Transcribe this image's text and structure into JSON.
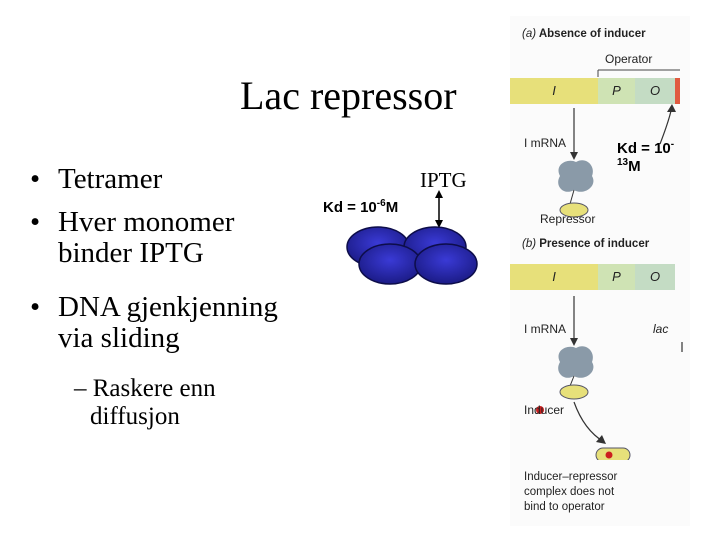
{
  "slide": {
    "title": "Lac repressor",
    "bullets": [
      "Tetramer",
      "Hver monomer binder IPTG",
      "DNA gjenkjenning via sliding"
    ],
    "bullet_lines": {
      "b2_line1": "Hver monomer",
      "b2_line2": "binder IPTG",
      "b3_line1": "DNA gjenkjenning",
      "b3_line2": "via sliding"
    },
    "sub_bullet": {
      "line1": "– Raskere enn",
      "line2": "diffusjon"
    }
  },
  "tetramer": {
    "iptg_label": "IPTG",
    "kd_base": "Kd = 10",
    "kd_exp": "-6",
    "kd_unit": "M",
    "subunit_color": "#22229c"
  },
  "kd_operator": {
    "base": "Kd = 10",
    "exp": "-13",
    "unit": "M"
  },
  "figure": {
    "panel_a": {
      "letter": "(a)",
      "title": "Absence of inducer",
      "operator_label": "Operator",
      "genes": [
        "I",
        "P",
        "O"
      ],
      "mrna_label": "I mRNA",
      "repressor_label": "Repressor"
    },
    "panel_b": {
      "letter": "(b)",
      "title": "Presence of inducer",
      "genes": [
        "I",
        "P",
        "O"
      ],
      "mrna_label": "I mRNA",
      "lac_label": "lac",
      "inducer_label": "Inducer",
      "complex_label_1": "Inducer–repressor",
      "complex_label_2": "complex does not",
      "complex_label_3": "bind to operator"
    },
    "colors": {
      "gene_I": "#e7e07a",
      "gene_P": "#cfe3b4",
      "gene_O": "#c4dcc4",
      "operator_band": "#7fb6a8",
      "red_end": "#e05a40",
      "protein": "#8a9aa8",
      "inducer": "#cc1f1f"
    }
  }
}
